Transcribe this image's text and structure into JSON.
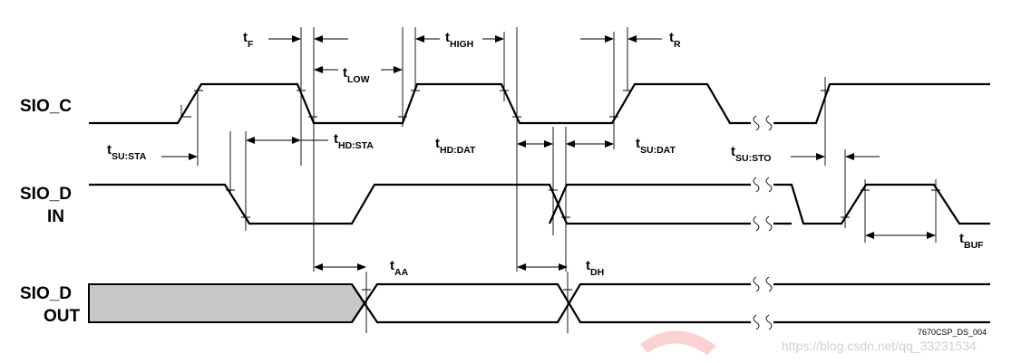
{
  "signals": {
    "sio_c": "SIO_C",
    "sio_d_in_1": "SIO_D",
    "sio_d_in_2": "IN",
    "sio_d_out_1": "SIO_D",
    "sio_d_out_2": "OUT"
  },
  "timings": {
    "tf": {
      "base": "t",
      "sub": "F"
    },
    "thigh": {
      "base": "t",
      "sub": "HIGH"
    },
    "tr": {
      "base": "t",
      "sub": "R"
    },
    "tlow": {
      "base": "t",
      "sub": "LOW"
    },
    "tsusta": {
      "base": "t",
      "sub": "SU:STA"
    },
    "thdsta": {
      "base": "t",
      "sub": "HD:STA"
    },
    "thddat": {
      "base": "t",
      "sub": "HD:DAT"
    },
    "tsudat": {
      "base": "t",
      "sub": "SU:DAT"
    },
    "tsusto": {
      "base": "t",
      "sub": "SU:STO"
    },
    "tbuf": {
      "base": "t",
      "sub": "BUF"
    },
    "taa": {
      "base": "t",
      "sub": "AA"
    },
    "tdh": {
      "base": "t",
      "sub": "DH"
    }
  },
  "figure_code": "7670CSP_DS_004",
  "watermark": "https://blog.csdn.net/qq_33231534",
  "colors": {
    "line": "#000000",
    "shade": "#c8c8c8",
    "watermark": "#d0d0d0",
    "logo": "#e8312f"
  }
}
